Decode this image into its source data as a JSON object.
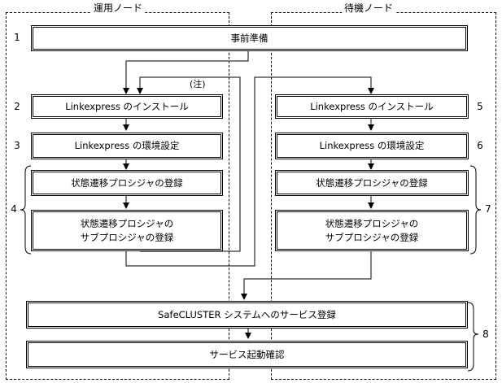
{
  "zones": {
    "operating_label": "運用ノード",
    "standby_label": "待機ノード"
  },
  "steps": {
    "prep": "事前準備",
    "install_op": "Linkexpress のインストール",
    "env_op": "Linkexpress の環境設定",
    "reg_op": "状態遷移プロシジャの登録",
    "sub_op_1": "状態遷移プロシジャの",
    "sub_op_2": "サブプロシジャの登録",
    "install_sb": "Linkexpress のインストール",
    "env_sb": "Linkexpress の環境設定",
    "reg_sb": "状態遷移プロシジャの登録",
    "sub_sb_1": "状態遷移プロシジャの",
    "sub_sb_2": "サブプロシジャの登録",
    "service_reg": "SafeCLUSTER システムへのサービス登録",
    "service_check": "サービス起動確認"
  },
  "numbers": {
    "n1": "1",
    "n2": "2",
    "n3": "3",
    "n4": "4",
    "n5": "5",
    "n6": "6",
    "n7": "7",
    "n8": "8"
  },
  "note": "(注)"
}
